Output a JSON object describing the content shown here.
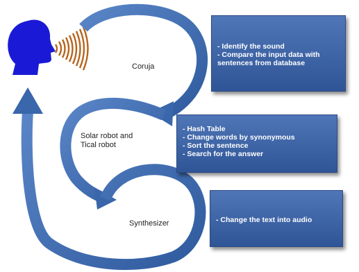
{
  "stages": {
    "coruja": "Coruja",
    "solar": [
      "Solar robot and",
      "Tical robot"
    ],
    "synth": "Synthesizer"
  },
  "boxes": {
    "coruja": [
      "- Identify the sound",
      "- Compare the input data with",
      "sentences from database"
    ],
    "solar": [
      "- Hash Table",
      "- Change words by synonymous",
      "- Sort the sentence",
      "- Search for the answer"
    ],
    "synth": [
      "- Change the text into audio"
    ]
  },
  "colors": {
    "arrow": "#3f6fb5",
    "box": "#3a62a8",
    "head": "#1a1ad6",
    "sound_waves": "#b5651d"
  },
  "icons": {
    "speaker": "speaking-head-icon",
    "waves": "sound-wave-icon"
  }
}
